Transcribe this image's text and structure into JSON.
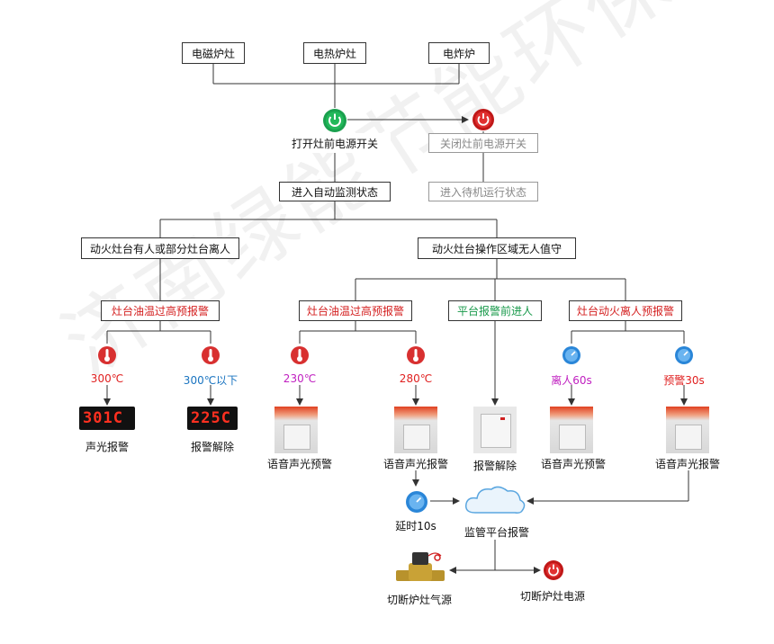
{
  "sources": [
    "电磁炉灶",
    "电热炉灶",
    "电炸炉"
  ],
  "power_on": "打开灶前电源开关",
  "power_off": "关闭灶前电源开关",
  "auto_monitor": "进入自动监测状态",
  "standby": "进入待机运行状态",
  "branch_occupied": "动火灶台有人或部分灶台离人",
  "branch_unattended": "动火灶台操作区域无人值守",
  "alarm_oil_left": "灶台油温过高预报警",
  "alarm_oil_right": "灶台油温过高预报警",
  "alarm_platform": "平台报警前进人",
  "alarm_leave": "灶台动火离人预报警",
  "cond": {
    "t300": "300℃",
    "t300_below": "300℃以下",
    "t230": "230℃",
    "t280": "280℃",
    "leave60": "离人60s",
    "warn30": "预警30s"
  },
  "displays": {
    "d1": "301C",
    "d2": "225C"
  },
  "outcomes": {
    "sound_light_alarm": "声光报警",
    "alarm_release_left": "报警解除",
    "voice_prewarn_1": "语音声光预警",
    "voice_alarm_1": "语音声光报警",
    "alarm_release_mid": "报警解除",
    "voice_prewarn_2": "语音声光预警",
    "voice_alarm_2": "语音声光报警"
  },
  "delay": "延时10s",
  "platform_alarm": "监管平台报警",
  "cut_gas": "切断炉灶气源",
  "cut_power": "切断炉灶电源",
  "watermark": "济南绿能节能环保科技有限公司",
  "colors": {
    "red": "#e02020",
    "green": "#17994a",
    "blue": "#1a74c0",
    "magenta": "#c020c0"
  }
}
